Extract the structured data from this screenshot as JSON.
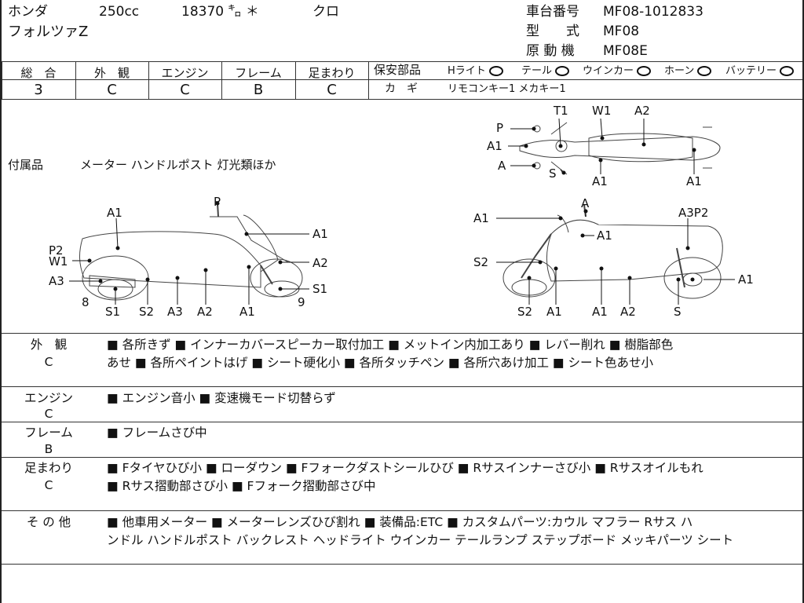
{
  "header": {
    "maker": "ホンダ",
    "displacement": "250cc",
    "mileage": "18370 ㌔ ＊",
    "color": "クロ",
    "model_name": "フォルツァZ",
    "frame_label": "車台番号",
    "frame_number": "MF08-1012833",
    "type_label": "型　　式",
    "type_value": "MF08",
    "engine_label": "原 動 機",
    "engine_value": "MF08E"
  },
  "grades": {
    "headers": [
      "総　合",
      "外　観",
      "エンジン",
      "フレーム",
      "足まわり"
    ],
    "values": [
      "3",
      "C",
      "C",
      "B",
      "C"
    ]
  },
  "safety": {
    "label": "保安部品",
    "items": [
      "Hライト",
      "テール",
      "ウインカー",
      "ホーン",
      "バッテリー"
    ],
    "key_label": "カ　ギ",
    "key_value": "リモコンキー1 メカキー1"
  },
  "accessories": {
    "label": "付属品",
    "value": "メーター ハンドルポスト 灯光類ほか"
  },
  "diagram": {
    "top": [
      "P",
      "T1",
      "W1",
      "A2",
      "A1",
      "A",
      "S",
      "A1",
      "A1"
    ],
    "left": [
      "A1",
      "P",
      "A1",
      "P2",
      "W1",
      "A2",
      "A3",
      "S1",
      "8",
      "9",
      "S1",
      "S2",
      "A3",
      "A2",
      "A1"
    ],
    "right": [
      "A1",
      "A",
      "A3P2",
      "A1",
      "S2",
      "A1",
      "S2",
      "A1",
      "A1",
      "A2",
      "S"
    ]
  },
  "sections": [
    {
      "title": "外　観",
      "grade": "C",
      "lines": [
        "■ 各所きず ■ インナーカバースピーカー取付加工 ■ メットイン内加工あり ■ レバー削れ ■ 樹脂部色",
        "あせ ■ 各所ペイントはげ ■ シート硬化小 ■ 各所タッチペン ■ 各所穴あけ加工 ■ シート色あせ小"
      ]
    },
    {
      "title": "エンジン",
      "grade": "C",
      "lines": [
        "■ エンジン音小 ■ 変速機モード切替らず"
      ]
    },
    {
      "title": "フレーム",
      "grade": "B",
      "lines": [
        "■ フレームさび中"
      ]
    },
    {
      "title": "足まわり",
      "grade": "C",
      "lines": [
        "■ Fタイヤひび小 ■ ローダウン ■ Fフォークダストシールひび ■ Rサスインナーさび小 ■ Rサスオイルもれ",
        "■ Rサス摺動部さび小 ■ Fフォーク摺動部さび中"
      ]
    },
    {
      "title": "そ の 他",
      "grade": "",
      "lines": [
        "■ 他車用メーター ■ メーターレンズひび割れ ■ 装備品:ETC ■ カスタムパーツ:カウル マフラー Rサス ハ",
        "ンドル ハンドルポスト バックレスト ヘッドライト ウインカー テールランプ ステップボード メッキパーツ シート"
      ]
    }
  ]
}
